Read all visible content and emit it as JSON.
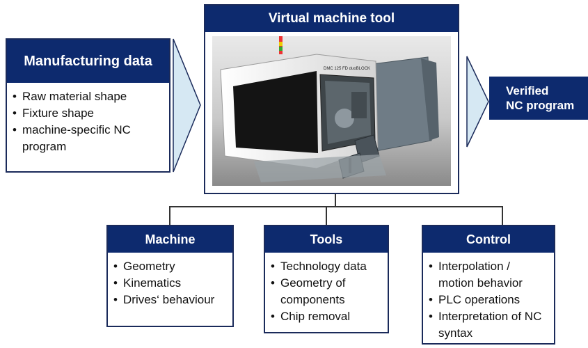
{
  "manufacturing": {
    "title": "Manufacturing data",
    "items": [
      "Raw material shape",
      "Fixture shape",
      "machine-specific NC program"
    ]
  },
  "virtual_tool": {
    "title": "Virtual machine tool",
    "machine_label": "DMC 125 FD duoBLOCK"
  },
  "output": {
    "title_line1": "Verified",
    "title_line2": "NC program"
  },
  "machine": {
    "title": "Machine",
    "items": [
      "Geometry",
      "Kinematics",
      "Drives‘ behaviour"
    ]
  },
  "tools": {
    "title": "Tools",
    "items": [
      "Technology data",
      "Geometry of components",
      "Chip removal"
    ]
  },
  "control": {
    "title": "Control",
    "items": [
      "Interpolation / motion behavior",
      "PLC operations",
      "Interpretation of NC syntax"
    ]
  },
  "colors": {
    "header": "#0d2a6e",
    "arrow": "#d6e8f3"
  }
}
